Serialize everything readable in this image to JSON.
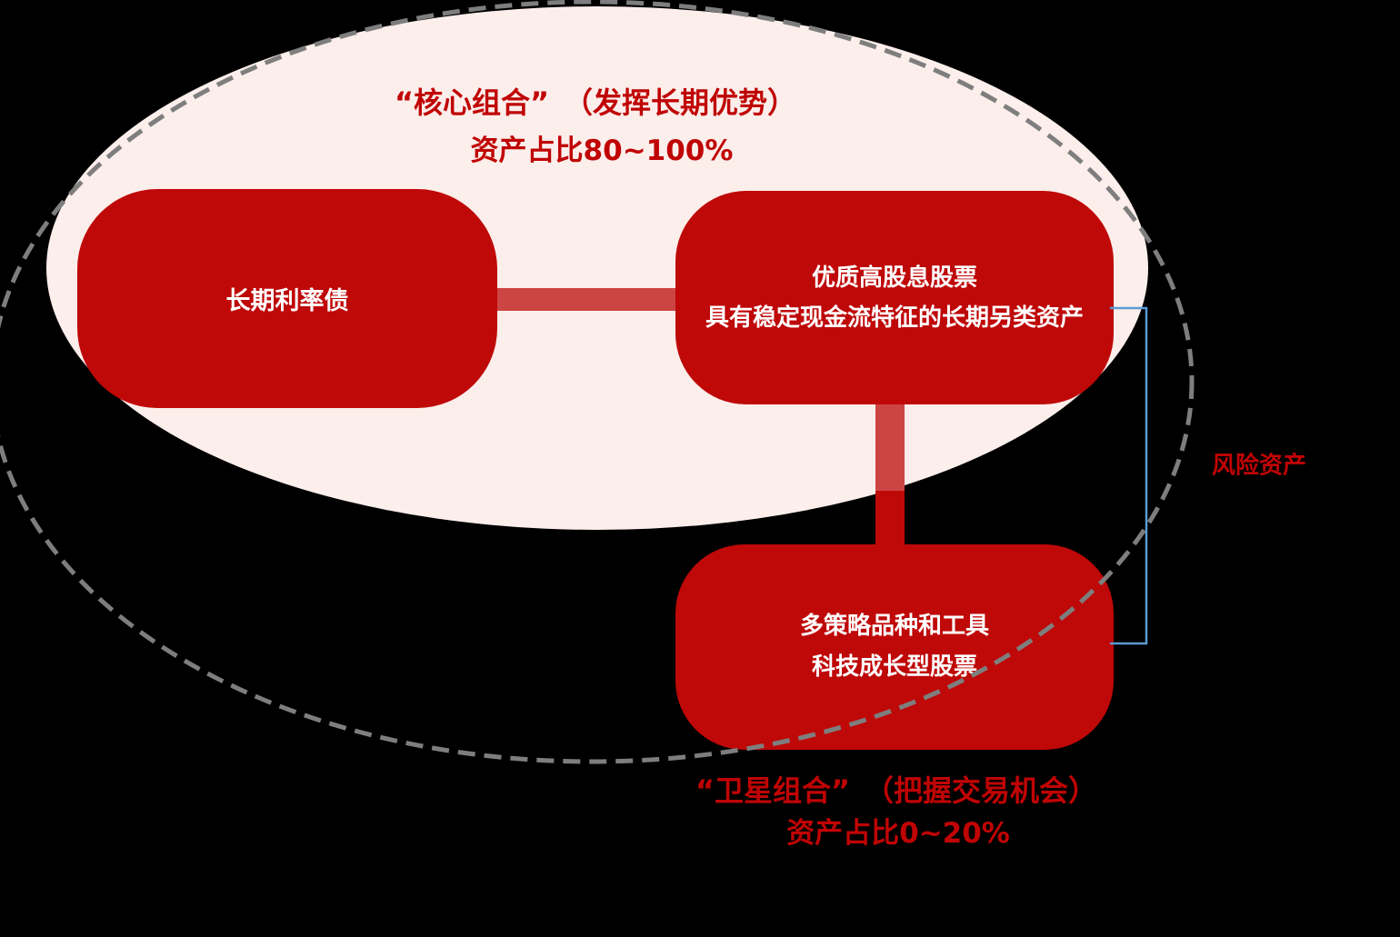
{
  "diagram": {
    "core": {
      "title": "“核心组合”　（发挥长期优势）",
      "subtitle": "资产占比80~100%"
    },
    "satellite": {
      "title": "“卫星组合”　（把握交易机会）",
      "subtitle": "资产占比0~20%"
    },
    "nodes": {
      "bond": {
        "label": "长期利率债"
      },
      "dividend": {
        "line1": "优质高股息股票",
        "line2": "具有稳定现金流特征的长期另类资产"
      },
      "multi": {
        "line1": "多策略品种和工具",
        "line2": "科技成长型股票"
      }
    },
    "risk_label": "风险资产",
    "colors": {
      "background": "#000000",
      "box_red": "#BF0808",
      "text_red": "#C00404",
      "pink": "#FBEEEB",
      "connector": "#CC4543",
      "dash_gray": "#7E7E7E",
      "bracket_blue": "#5B9BD5",
      "box_text": "#FFFFFF"
    }
  }
}
